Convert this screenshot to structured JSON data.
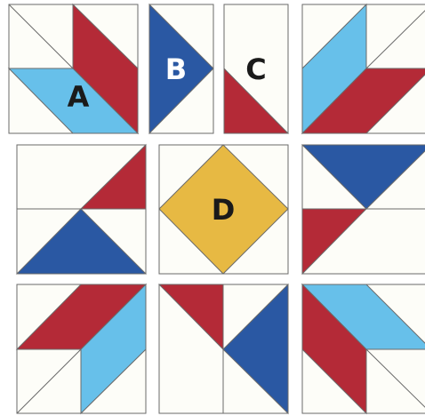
{
  "colors": {
    "background": "#fdfdf8",
    "outline": "#6a6a6a",
    "red": "#b42a37",
    "dark_blue": "#2a58a3",
    "light_blue": "#67c0ea",
    "gold": "#e7b943",
    "label_dark": "#1a1a1a",
    "label_light": "#ffffff"
  },
  "labels": {
    "a": "A",
    "b": "B",
    "c": "C",
    "d": "D"
  }
}
